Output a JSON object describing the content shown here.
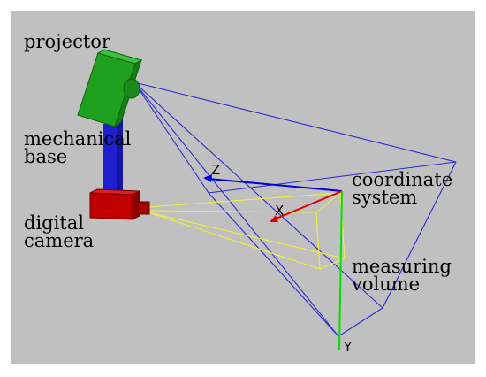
{
  "labels": {
    "projector": "projector",
    "mechanical_base": [
      "mechanical",
      "base"
    ],
    "digital_camera": [
      "digital",
      "camera"
    ],
    "coordinate_system": [
      "coordinate",
      "system"
    ],
    "measuring_volume": [
      "measuring",
      "volume"
    ]
  },
  "axes": {
    "x": "X",
    "y": "Y",
    "z": "Z"
  },
  "colors": {
    "background": "#c0c0c0",
    "projector_body": "#1fa01f",
    "base": "#1f1fd0",
    "camera_body": "#c00000",
    "projection_frustum": "#2a2ad0",
    "camera_frustum": "#f0f040",
    "axis_x": "#e00000",
    "axis_y": "#00e000",
    "axis_z": "#0000e0"
  }
}
